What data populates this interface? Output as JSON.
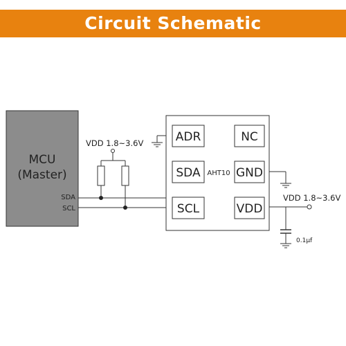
{
  "header": {
    "title": "Circuit Schematic"
  },
  "colors": {
    "accent": "#E8820F",
    "line": "#333333",
    "mcu_fill": "#8C8C8C"
  },
  "mcu": {
    "line1": "MCU",
    "line2": "(Master)",
    "pin_sda": "SDA",
    "pin_scl": "SCL"
  },
  "pullup": {
    "vdd_label": "VDD 1.8~3.6V"
  },
  "chip": {
    "name": "AHT10",
    "pins": {
      "adr": "ADR",
      "nc": "NC",
      "sda": "SDA",
      "gnd": "GND",
      "scl": "SCL",
      "vdd": "VDD"
    }
  },
  "supply": {
    "vdd_label": "VDD 1.8~3.6V",
    "cap_label": "0.1µf"
  }
}
